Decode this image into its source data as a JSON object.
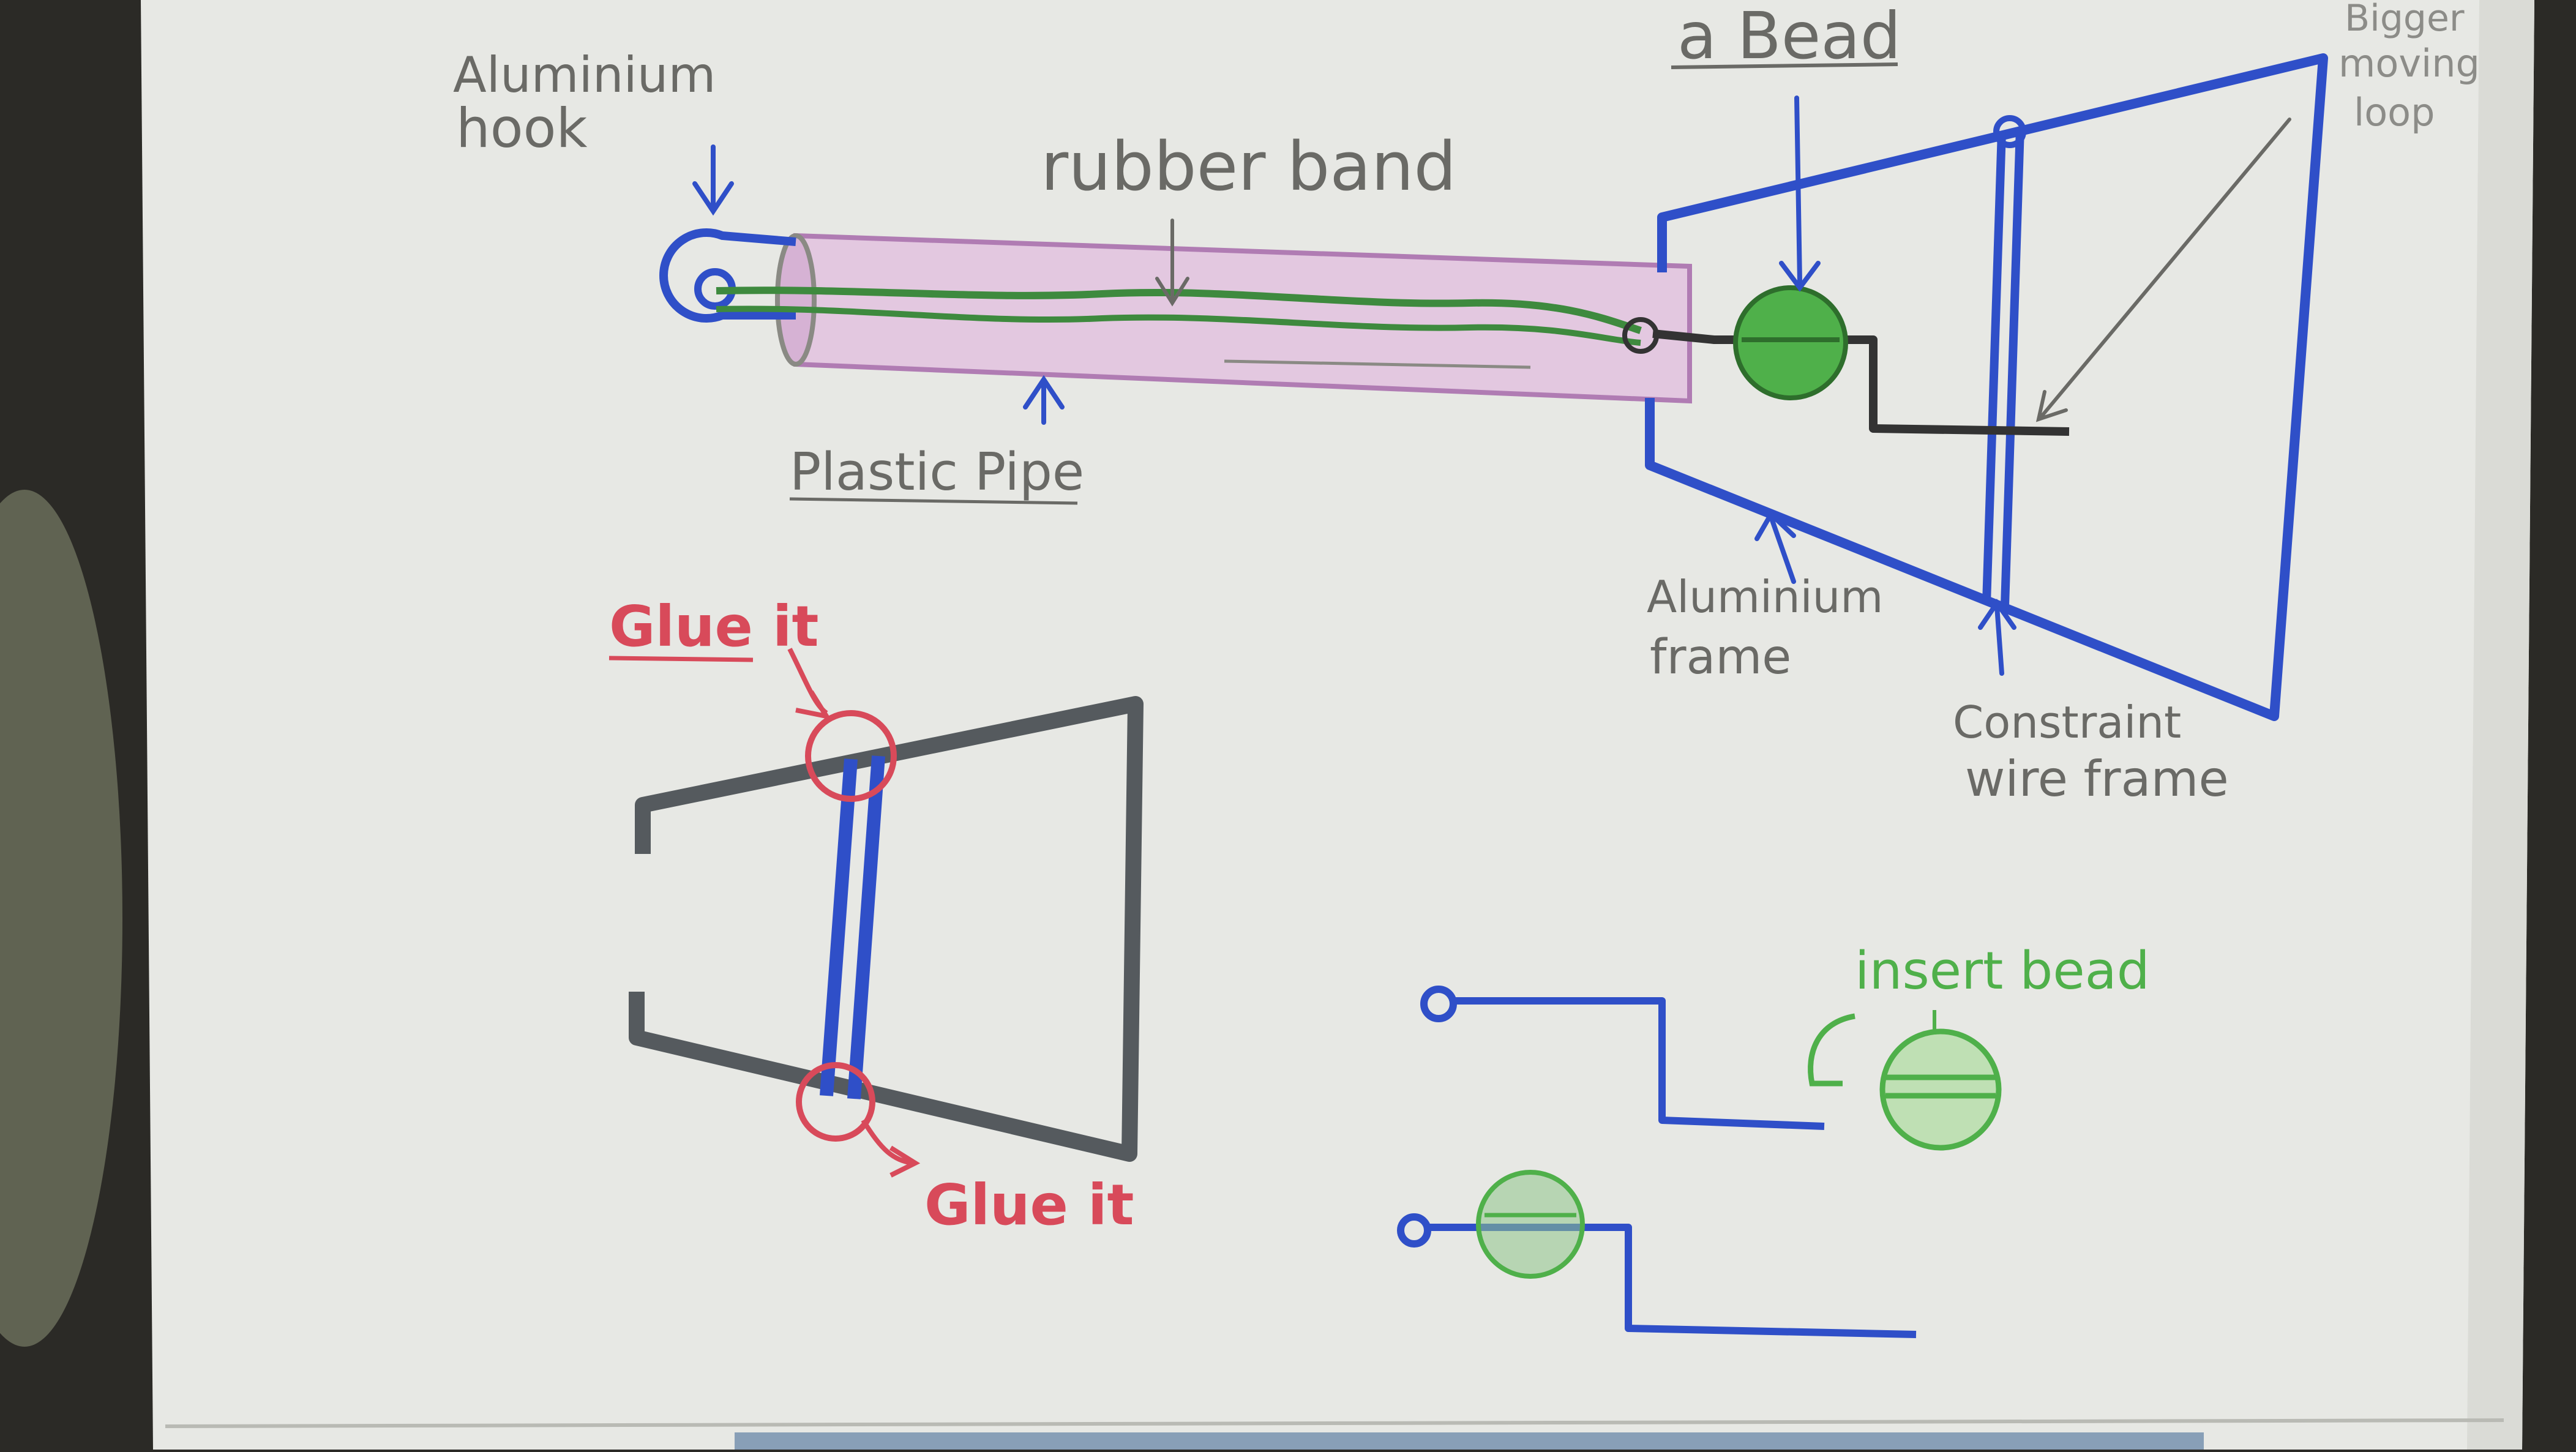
{
  "labels": {
    "aluminium_hook_line1": "Aluminium",
    "aluminium_hook_line2": "hook",
    "rubber_band": "rubber band",
    "plastic_pipe": "Plastic Pipe",
    "a_bead": "a Bead",
    "moving_loop_line1": "Bigger",
    "moving_loop_line2": "moving",
    "moving_loop_line3": "loop",
    "aluminium_frame_line1": "Aluminium",
    "aluminium_frame_line2": "frame",
    "constraint_line1": "Constraint",
    "constraint_line2": "wire frame",
    "glue_top": "Glue it",
    "glue_bottom": "Glue it",
    "insert_bead": "insert bead"
  },
  "colors": {
    "paper": "#e7e8e4",
    "pencil": "#6a6a66",
    "blue_wire": "#2f4fc8",
    "pipe_pink": "#c89ac8",
    "rubber_green": "#3e8a3e",
    "bead_green": "#4fb04a",
    "glue_red": "#d84a5a",
    "frame_grey": "#555a5e"
  }
}
